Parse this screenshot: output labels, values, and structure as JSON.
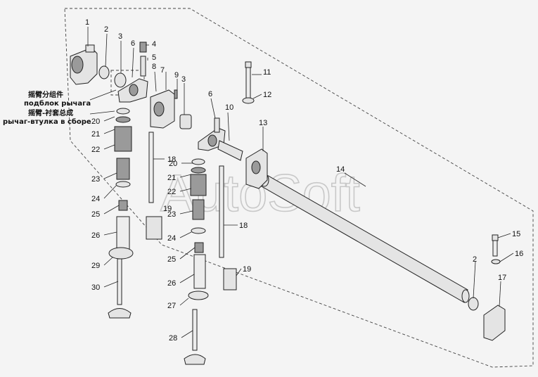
{
  "watermark": "AutoSoft",
  "captions": {
    "rocker_subassembly_cn": "摇臂分组件",
    "rocker_subassembly_ru": "подблок рычага",
    "rocker_bushing_cn": "摇臂-衬套总成",
    "rocker_bushing_ru": "рычаг-втулка в сборе"
  },
  "callouts": [
    {
      "id": "c1",
      "text": "1"
    },
    {
      "id": "c2a",
      "text": "2"
    },
    {
      "id": "c3a",
      "text": "3"
    },
    {
      "id": "c4",
      "text": "4"
    },
    {
      "id": "c5",
      "text": "5"
    },
    {
      "id": "c6a",
      "text": "6"
    },
    {
      "id": "c7",
      "text": "7"
    },
    {
      "id": "c8",
      "text": "8"
    },
    {
      "id": "c9",
      "text": "9"
    },
    {
      "id": "c3b",
      "text": "3"
    },
    {
      "id": "c11",
      "text": "11"
    },
    {
      "id": "c12",
      "text": "12"
    },
    {
      "id": "c6b",
      "text": "6"
    },
    {
      "id": "c10",
      "text": "10"
    },
    {
      "id": "c13",
      "text": "13"
    },
    {
      "id": "c14",
      "text": "14"
    },
    {
      "id": "c20a",
      "text": "20"
    },
    {
      "id": "c21a",
      "text": "21"
    },
    {
      "id": "c22a",
      "text": "22"
    },
    {
      "id": "c23a",
      "text": "23"
    },
    {
      "id": "c24a",
      "text": "24"
    },
    {
      "id": "c25a",
      "text": "25"
    },
    {
      "id": "c26a",
      "text": "26"
    },
    {
      "id": "c29",
      "text": "29"
    },
    {
      "id": "c30",
      "text": "30"
    },
    {
      "id": "c18a",
      "text": "18"
    },
    {
      "id": "c20b",
      "text": "20"
    },
    {
      "id": "c21b",
      "text": "21"
    },
    {
      "id": "c22b",
      "text": "22"
    },
    {
      "id": "c19a",
      "text": "19"
    },
    {
      "id": "c23b",
      "text": "23"
    },
    {
      "id": "c24b",
      "text": "24"
    },
    {
      "id": "c18b",
      "text": "18"
    },
    {
      "id": "c25b",
      "text": "25"
    },
    {
      "id": "c19b",
      "text": "19"
    },
    {
      "id": "c26b",
      "text": "26"
    },
    {
      "id": "c27",
      "text": "27"
    },
    {
      "id": "c28",
      "text": "28"
    },
    {
      "id": "c15",
      "text": "15"
    },
    {
      "id": "c16",
      "text": "16"
    },
    {
      "id": "c2b",
      "text": "2"
    },
    {
      "id": "c17",
      "text": "17"
    }
  ]
}
